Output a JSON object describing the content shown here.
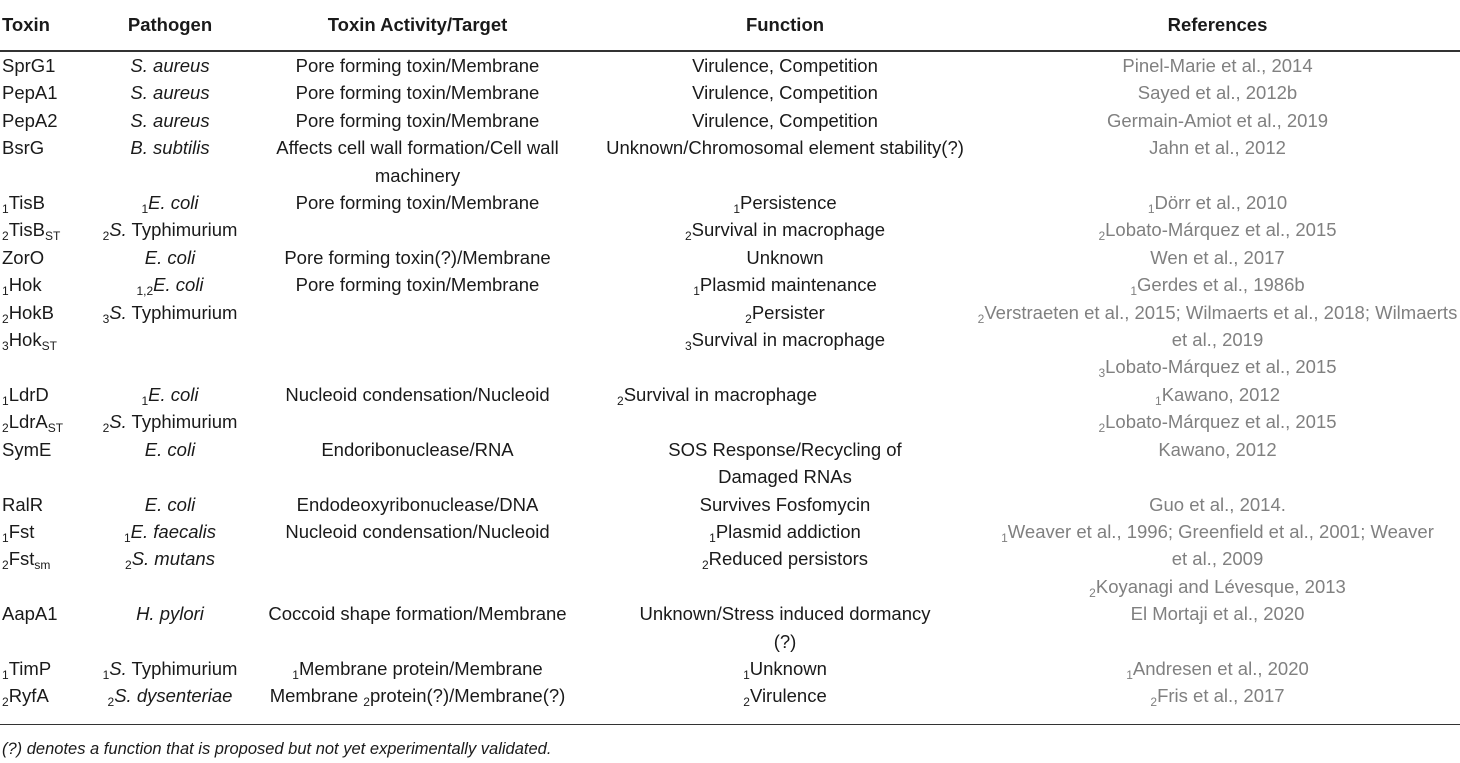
{
  "headers": {
    "toxin": "Toxin",
    "pathogen": "Pathogen",
    "activity": "Toxin Activity/Target",
    "function": "Function",
    "references": "References"
  },
  "rows": [
    {
      "toxin": [
        "SprG1"
      ],
      "pathogen": [
        "S. aureus"
      ],
      "activity": "Pore forming toxin/Membrane",
      "function": [
        "Virulence, Competition"
      ],
      "references": [
        "Pinel-Marie et al., 2014"
      ]
    },
    {
      "toxin": [
        "PepA1"
      ],
      "pathogen": [
        "S. aureus"
      ],
      "activity": "Pore forming toxin/Membrane",
      "function": [
        "Virulence, Competition"
      ],
      "references": [
        "Sayed et al., 2012b"
      ]
    },
    {
      "toxin": [
        "PepA2"
      ],
      "pathogen": [
        "S. aureus"
      ],
      "activity": "Pore forming toxin/Membrane",
      "function": [
        "Virulence, Competition"
      ],
      "references": [
        "Germain-Amiot et al., 2019"
      ]
    },
    {
      "toxin": [
        "BsrG"
      ],
      "pathogen": [
        "B. subtilis"
      ],
      "activity": "Affects cell wall formation/Cell wall machinery",
      "function": [
        "Unknown/Chromosomal element stability(?)"
      ],
      "references": [
        "Jahn et al., 2012"
      ]
    },
    {
      "toxin": [
        "1",
        "TisB",
        "2",
        "TisB",
        "ST"
      ],
      "pathogen": [
        "1",
        "E. coli",
        "2",
        "S.",
        "Typhimurium"
      ],
      "activity": "Pore forming toxin/Membrane",
      "function": [
        "1",
        "Persistence",
        "2",
        "Survival in macrophage"
      ],
      "references": [
        "1",
        "Dörr et al., 2010",
        "2",
        "Lobato-Márquez et al., 2015"
      ]
    },
    {
      "toxin": [
        "ZorO"
      ],
      "pathogen": [
        "E. coli"
      ],
      "activity": "Pore forming toxin(?)/Membrane",
      "function": [
        "Unknown"
      ],
      "references": [
        "Wen et al., 2017"
      ]
    },
    {
      "toxin": [
        "1",
        "Hok",
        "2",
        "HokB",
        "3",
        "Hok",
        "ST"
      ],
      "pathogen": [
        "1,2",
        "E. coli",
        "3",
        "S.",
        "Typhimurium"
      ],
      "activity": "Pore forming toxin/Membrane",
      "function": [
        "1",
        "Plasmid maintenance",
        "2",
        "Persister",
        "3",
        "Survival in macrophage"
      ],
      "references": [
        "1",
        "Gerdes et al., 1986b",
        "2",
        "Verstraeten et al., 2015; Wilmaerts et al., 2018; Wilmaerts et al., 2019",
        "3",
        "Lobato-Márquez et al., 2015"
      ]
    },
    {
      "toxin": [
        "1",
        "LdrD",
        "2",
        "LdrA",
        "ST"
      ],
      "pathogen": [
        "1",
        "E. coli",
        "2",
        "S.",
        "Typhimurium"
      ],
      "activity": "Nucleoid condensation/Nucleoid",
      "function": [
        "2",
        "Survival in macrophage"
      ],
      "references": [
        "1",
        "Kawano, 2012",
        "2",
        "Lobato-Márquez et al., 2015"
      ]
    },
    {
      "toxin": [
        "SymE"
      ],
      "pathogen": [
        "E. coli"
      ],
      "activity": "Endoribonuclease/RNA",
      "function": [
        "SOS Response/Recycling of Damaged RNAs"
      ],
      "references": [
        "Kawano, 2012"
      ]
    },
    {
      "toxin": [
        "RalR"
      ],
      "pathogen": [
        "E. coli"
      ],
      "activity": "Endodeoxyribonuclease/DNA",
      "function": [
        "Survives Fosfomycin"
      ],
      "references": [
        "Guo et al., 2014."
      ]
    },
    {
      "toxin": [
        "1",
        "Fst",
        "2",
        "Fst",
        "sm"
      ],
      "pathogen": [
        "1",
        "E. faecalis",
        "2",
        "S. mutans"
      ],
      "activity": "Nucleoid condensation/Nucleoid",
      "function": [
        "1",
        "Plasmid addiction",
        "2",
        "Reduced persistors"
      ],
      "references": [
        "1",
        "Weaver et al., 1996; Greenfield et al., 2001; Weaver et al., 2009",
        "2",
        "Koyanagi and Lévesque, 2013"
      ]
    },
    {
      "toxin": [
        "AapA1"
      ],
      "pathogen": [
        "H. pylori"
      ],
      "activity": "Coccoid shape formation/Membrane",
      "function": [
        "Unknown/Stress induced dormancy (?)"
      ],
      "references": [
        "El Mortaji et al., 2020"
      ]
    },
    {
      "toxin": [
        "1",
        "TimP",
        "2",
        "RyfA"
      ],
      "pathogen": [
        "1",
        "S.",
        "Typhimurium",
        "2",
        "S. dysenteriae"
      ],
      "activity": [
        "1",
        "Membrane protein/Membrane",
        "Membrane ",
        "2",
        "protein(?)/Membrane(?)"
      ],
      "function": [
        "1",
        "Unknown",
        "2",
        "Virulence"
      ],
      "references": [
        "1",
        "Andresen et al., 2020",
        "2",
        "Fris et al., 2017"
      ]
    }
  ],
  "footnote": "(?) denotes a function that is proposed but not yet experimentally validated."
}
